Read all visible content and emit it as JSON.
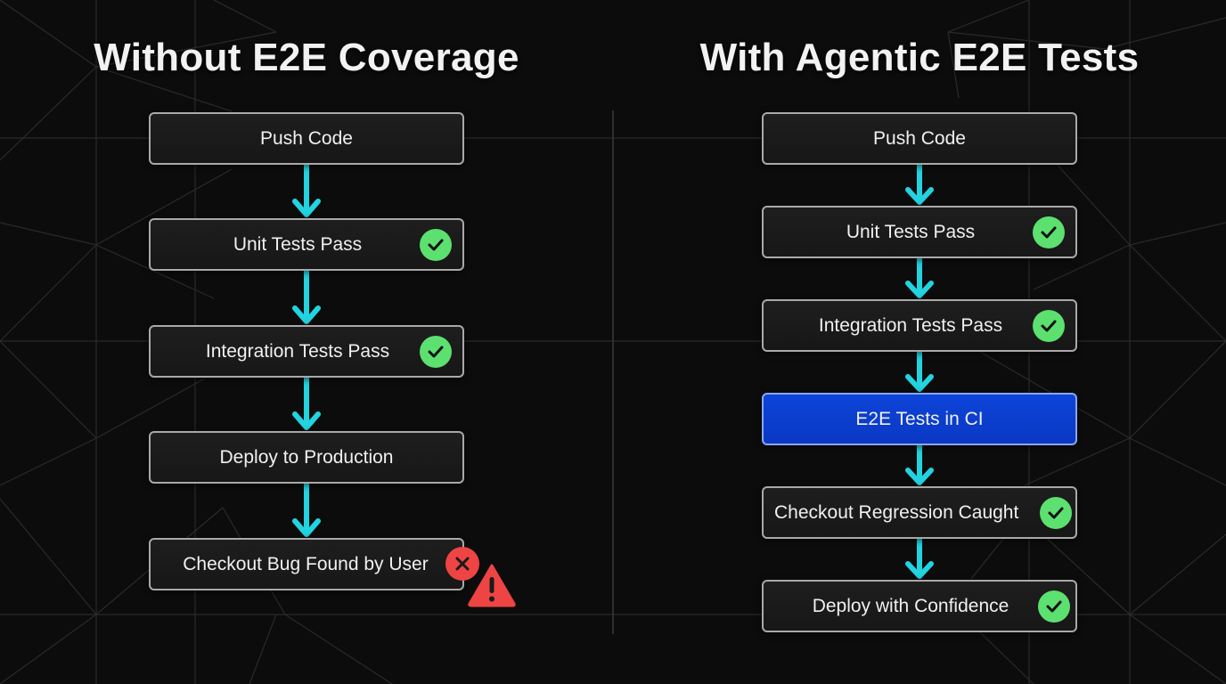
{
  "left": {
    "title": "Without E2E Coverage",
    "steps": [
      {
        "label": "Push Code",
        "status": "none"
      },
      {
        "label": "Unit Tests Pass",
        "status": "check"
      },
      {
        "label": "Integration Tests Pass",
        "status": "check"
      },
      {
        "label": "Deploy to Production",
        "status": "none"
      },
      {
        "label": "Checkout Bug Found by User",
        "status": "error",
        "extra_icon": "warning-icon"
      }
    ]
  },
  "right": {
    "title": "With Agentic E2E Tests",
    "steps": [
      {
        "label": "Push Code",
        "status": "none"
      },
      {
        "label": "Unit Tests Pass",
        "status": "check"
      },
      {
        "label": "Integration Tests Pass",
        "status": "check"
      },
      {
        "label": "E2E Tests in CI",
        "status": "highlight"
      },
      {
        "label": "Checkout Regression Caught",
        "status": "check"
      },
      {
        "label": "Deploy with Confidence",
        "status": "check"
      }
    ]
  },
  "colors": {
    "background": "#0c0c0c",
    "arrow": "#22d3e0",
    "check": "#5ce06f",
    "error": "#ee4444",
    "highlight_box": "#0d44d8",
    "box_border": "#a9a9a9"
  }
}
